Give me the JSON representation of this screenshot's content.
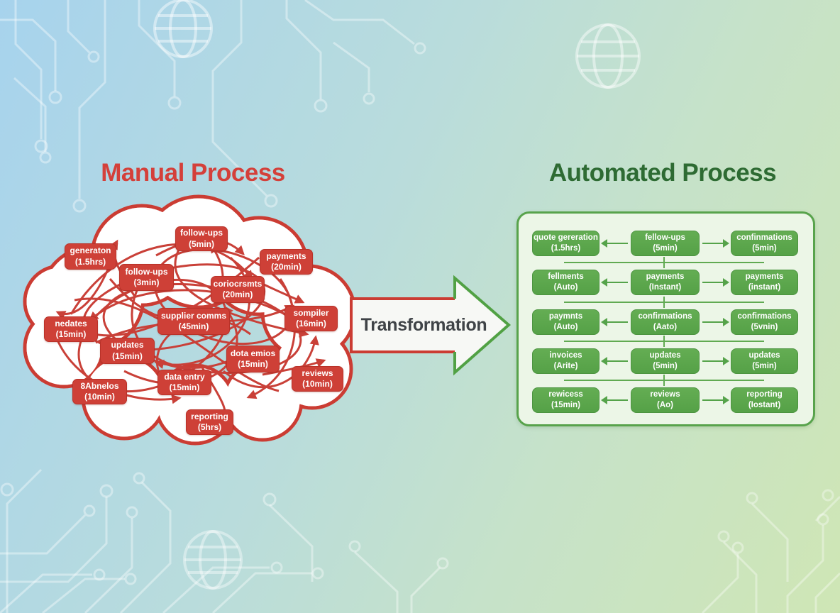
{
  "titles": {
    "manual": "Manual Process",
    "automated": "Automated Process",
    "transformation": "Transformation"
  },
  "colors": {
    "manual_title": "#d4403a",
    "manual_box": "#ce4037",
    "cloud_border": "#cb3c33",
    "automated_title": "#2e6b33",
    "automated_box": "#5ba74c",
    "panel_fill": "#ecf6e7",
    "panel_border": "#58a34c",
    "transformation_text": "#3f4347",
    "background_left": "#a7d3ed",
    "background_right": "#cfe6b5"
  },
  "manual_boxes": [
    {
      "label": "generaton",
      "time": "(1.5hrs)"
    },
    {
      "label": "follow-ups",
      "time": "(5min)"
    },
    {
      "label": "follow-ups",
      "time": "(3min)"
    },
    {
      "label": "payments",
      "time": "(20min)"
    },
    {
      "label": "coriocrsmts",
      "time": "(20min)"
    },
    {
      "label": "supplier comms",
      "time": "(45min)"
    },
    {
      "label": "nedates",
      "time": "(15min)"
    },
    {
      "label": "sompiler",
      "time": "(16min)"
    },
    {
      "label": "updates",
      "time": "(15min)"
    },
    {
      "label": "dota emios",
      "time": "(15min)"
    },
    {
      "label": "data entry",
      "time": "(15min)"
    },
    {
      "label": "8Abnelos",
      "time": "(10min)"
    },
    {
      "label": "reviews",
      "time": "(10min)"
    },
    {
      "label": "reporting",
      "time": "(5hrs)"
    }
  ],
  "automated_rows": [
    {
      "cells": [
        {
          "label": "quote gereration",
          "time": "(1.5hrs)"
        },
        {
          "label": "fellow-ups",
          "time": "(5min)"
        },
        {
          "label": "confinmations",
          "time": "(5min)"
        }
      ]
    },
    {
      "cells": [
        {
          "label": "fellments",
          "time": "(Auto)"
        },
        {
          "label": "payments",
          "time": "(Instant)"
        },
        {
          "label": "payments",
          "time": "(instant)"
        }
      ]
    },
    {
      "cells": [
        {
          "label": "paymnts",
          "time": "(Auto)"
        },
        {
          "label": "confirmations",
          "time": "(Aato)"
        },
        {
          "label": "confirmations",
          "time": "(5vnin)"
        }
      ]
    },
    {
      "cells": [
        {
          "label": "invoices",
          "time": "(Arite)"
        },
        {
          "label": "updates",
          "time": "(5min)"
        },
        {
          "label": "updates",
          "time": "(5min)"
        }
      ]
    },
    {
      "cells": [
        {
          "label": "rewicess",
          "time": "(15min)"
        },
        {
          "label": "reviews",
          "time": "(Ao)"
        },
        {
          "label": "reporting",
          "time": "(Iostant)"
        }
      ]
    }
  ]
}
